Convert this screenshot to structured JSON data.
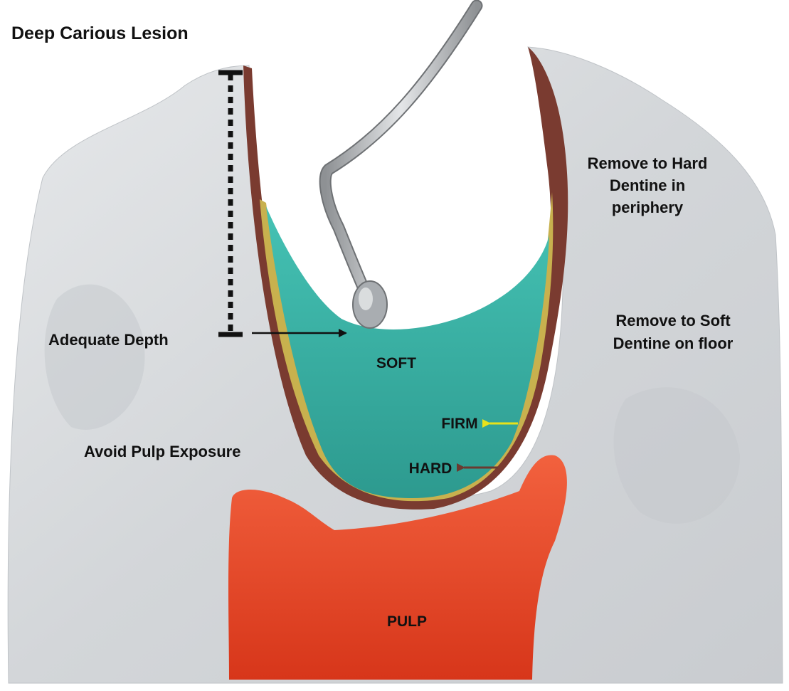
{
  "diagram": {
    "title": "Deep Carious Lesion",
    "labels": {
      "adequate_depth": "Adequate Depth",
      "avoid_pulp_exposure": "Avoid Pulp Exposure",
      "remove_hard_line1": "Remove to Hard",
      "remove_hard_line2": "Dentine in",
      "remove_hard_line3": "periphery",
      "remove_soft_line1": "Remove to Soft",
      "remove_soft_line2": "Dentine on floor",
      "soft": "SOFT",
      "firm": "FIRM",
      "hard": "HARD",
      "pulp": "PULP"
    },
    "colors": {
      "tooth": "#d9dcdf",
      "tooth_shade": "#c4c8cc",
      "enamel_edge": "#7a3b30",
      "firm_layer": "#c8b14e",
      "soft_dentine": "#3fb5a8",
      "soft_dentine_dark": "#2c968c",
      "pulp": "#e0401c",
      "pulp_light": "#f06845",
      "instrument": "#b7babd",
      "firm_arrow": "#e8e21a",
      "hard_arrow": "#6b3a30",
      "depth_arrow": "#111111"
    }
  }
}
